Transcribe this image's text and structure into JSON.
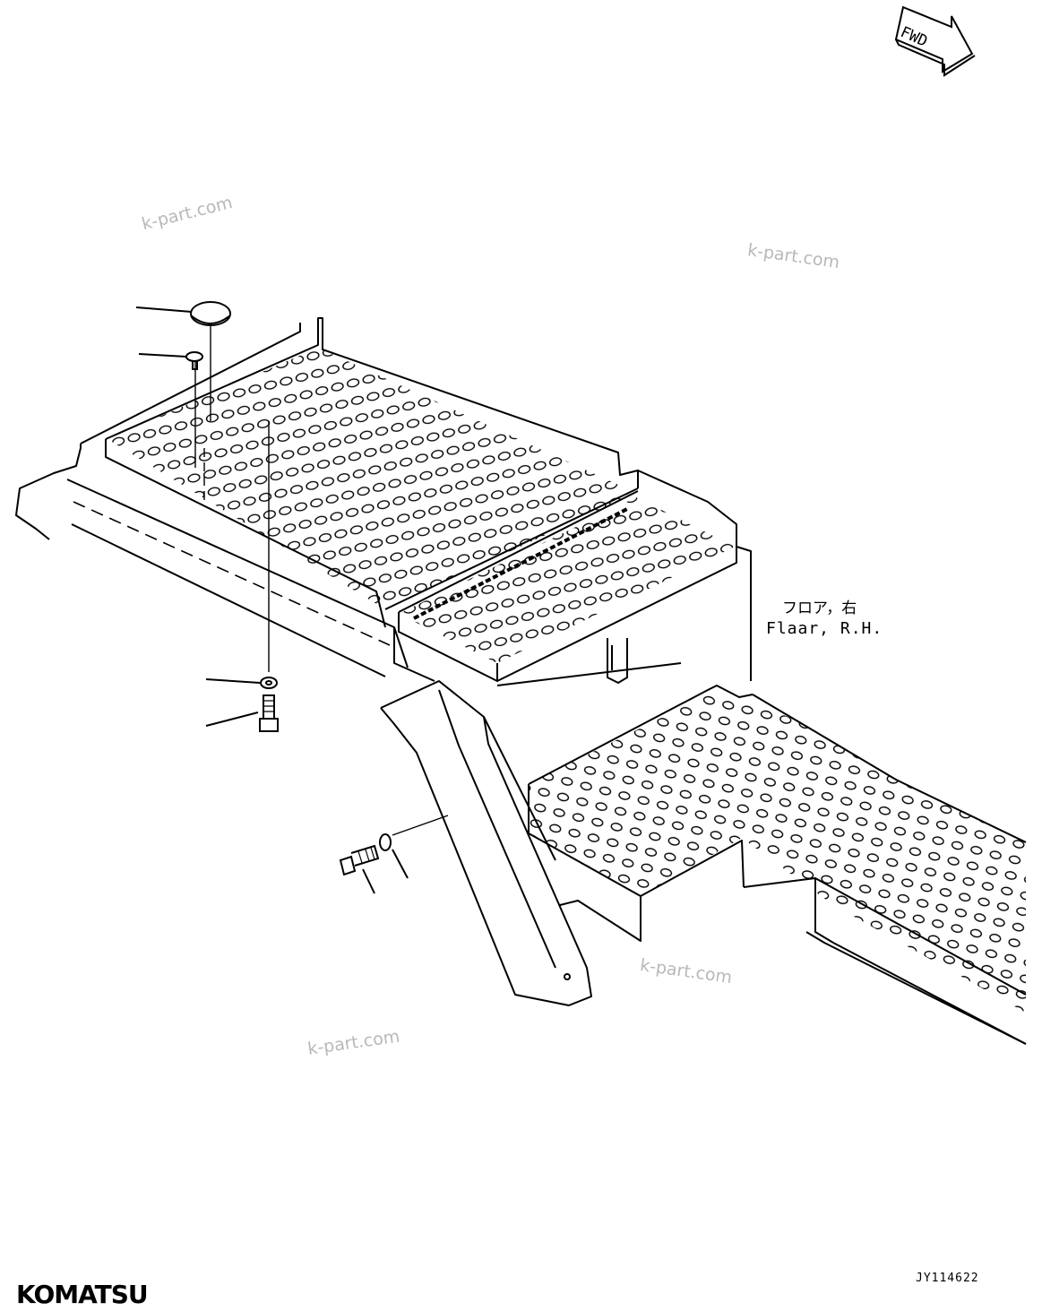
{
  "direction_tag": "FWD",
  "part_label": {
    "japanese": "フロア，右",
    "english": "Flaar, R.H."
  },
  "watermarks": [
    "k-part.com",
    "k-part.com",
    "k-part.com",
    "k-part.com"
  ],
  "drawing_code": "JY114622",
  "brand_logo_text": "KOMATSU",
  "colors": {
    "line": "#000000",
    "watermark": "#b8b8b8",
    "background": "#ffffff"
  }
}
